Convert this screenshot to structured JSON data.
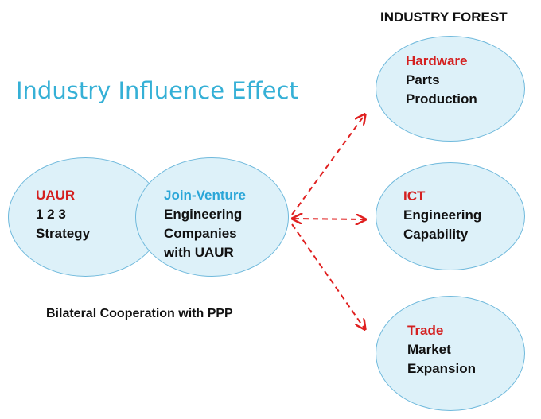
{
  "title": "Industry Influence Effect",
  "forest_title": "INDUSTRY FOREST",
  "caption": "Bilateral Cooperation with PPP",
  "left_nodes": {
    "uaur": {
      "heading": "UAUR",
      "line1": "1 2 3",
      "line2": "Strategy"
    },
    "joint_venture": {
      "heading": "Join-Venture",
      "line1": "Engineering",
      "line2": "Companies",
      "line3": "with UAUR"
    }
  },
  "forest_nodes": {
    "hardware": {
      "heading": "Hardware",
      "line1": "Parts",
      "line2": "Production"
    },
    "ict": {
      "heading": "ICT",
      "line1": "Engineering",
      "line2": "Capability"
    },
    "trade": {
      "heading": "Trade",
      "line1": "Market",
      "line2": "Expansion"
    }
  },
  "colors": {
    "title": "#35b0d6",
    "node_fill": "#ddf1f9",
    "node_border": "#6fb9dc",
    "heading_red": "#d42020",
    "heading_blue": "#2aa6d8",
    "arrow": "#e02020"
  }
}
